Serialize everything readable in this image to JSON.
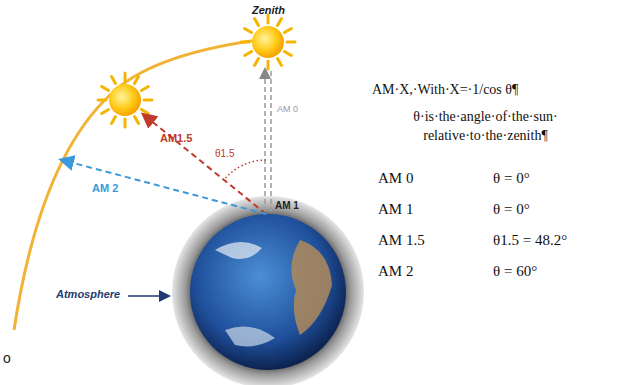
{
  "diagram": {
    "labels": [
      "Zenith",
      "AM1.5",
      "AM 2",
      "AM 0",
      "θ1.5",
      "AM 1",
      "Atmosphere",
      "AM·X,·With·X=·1/cos  θ¶",
      "θ·is·the·angle·of·the·sun· relative·to·the·zenith¶",
      "AM 0",
      "θ = 0°",
      "AM 1",
      "θ = 0°",
      "AM 1.5",
      "θ1.5 = 48.2°",
      "AM 2",
      "θ = 60°",
      "o"
    ]
  }
}
